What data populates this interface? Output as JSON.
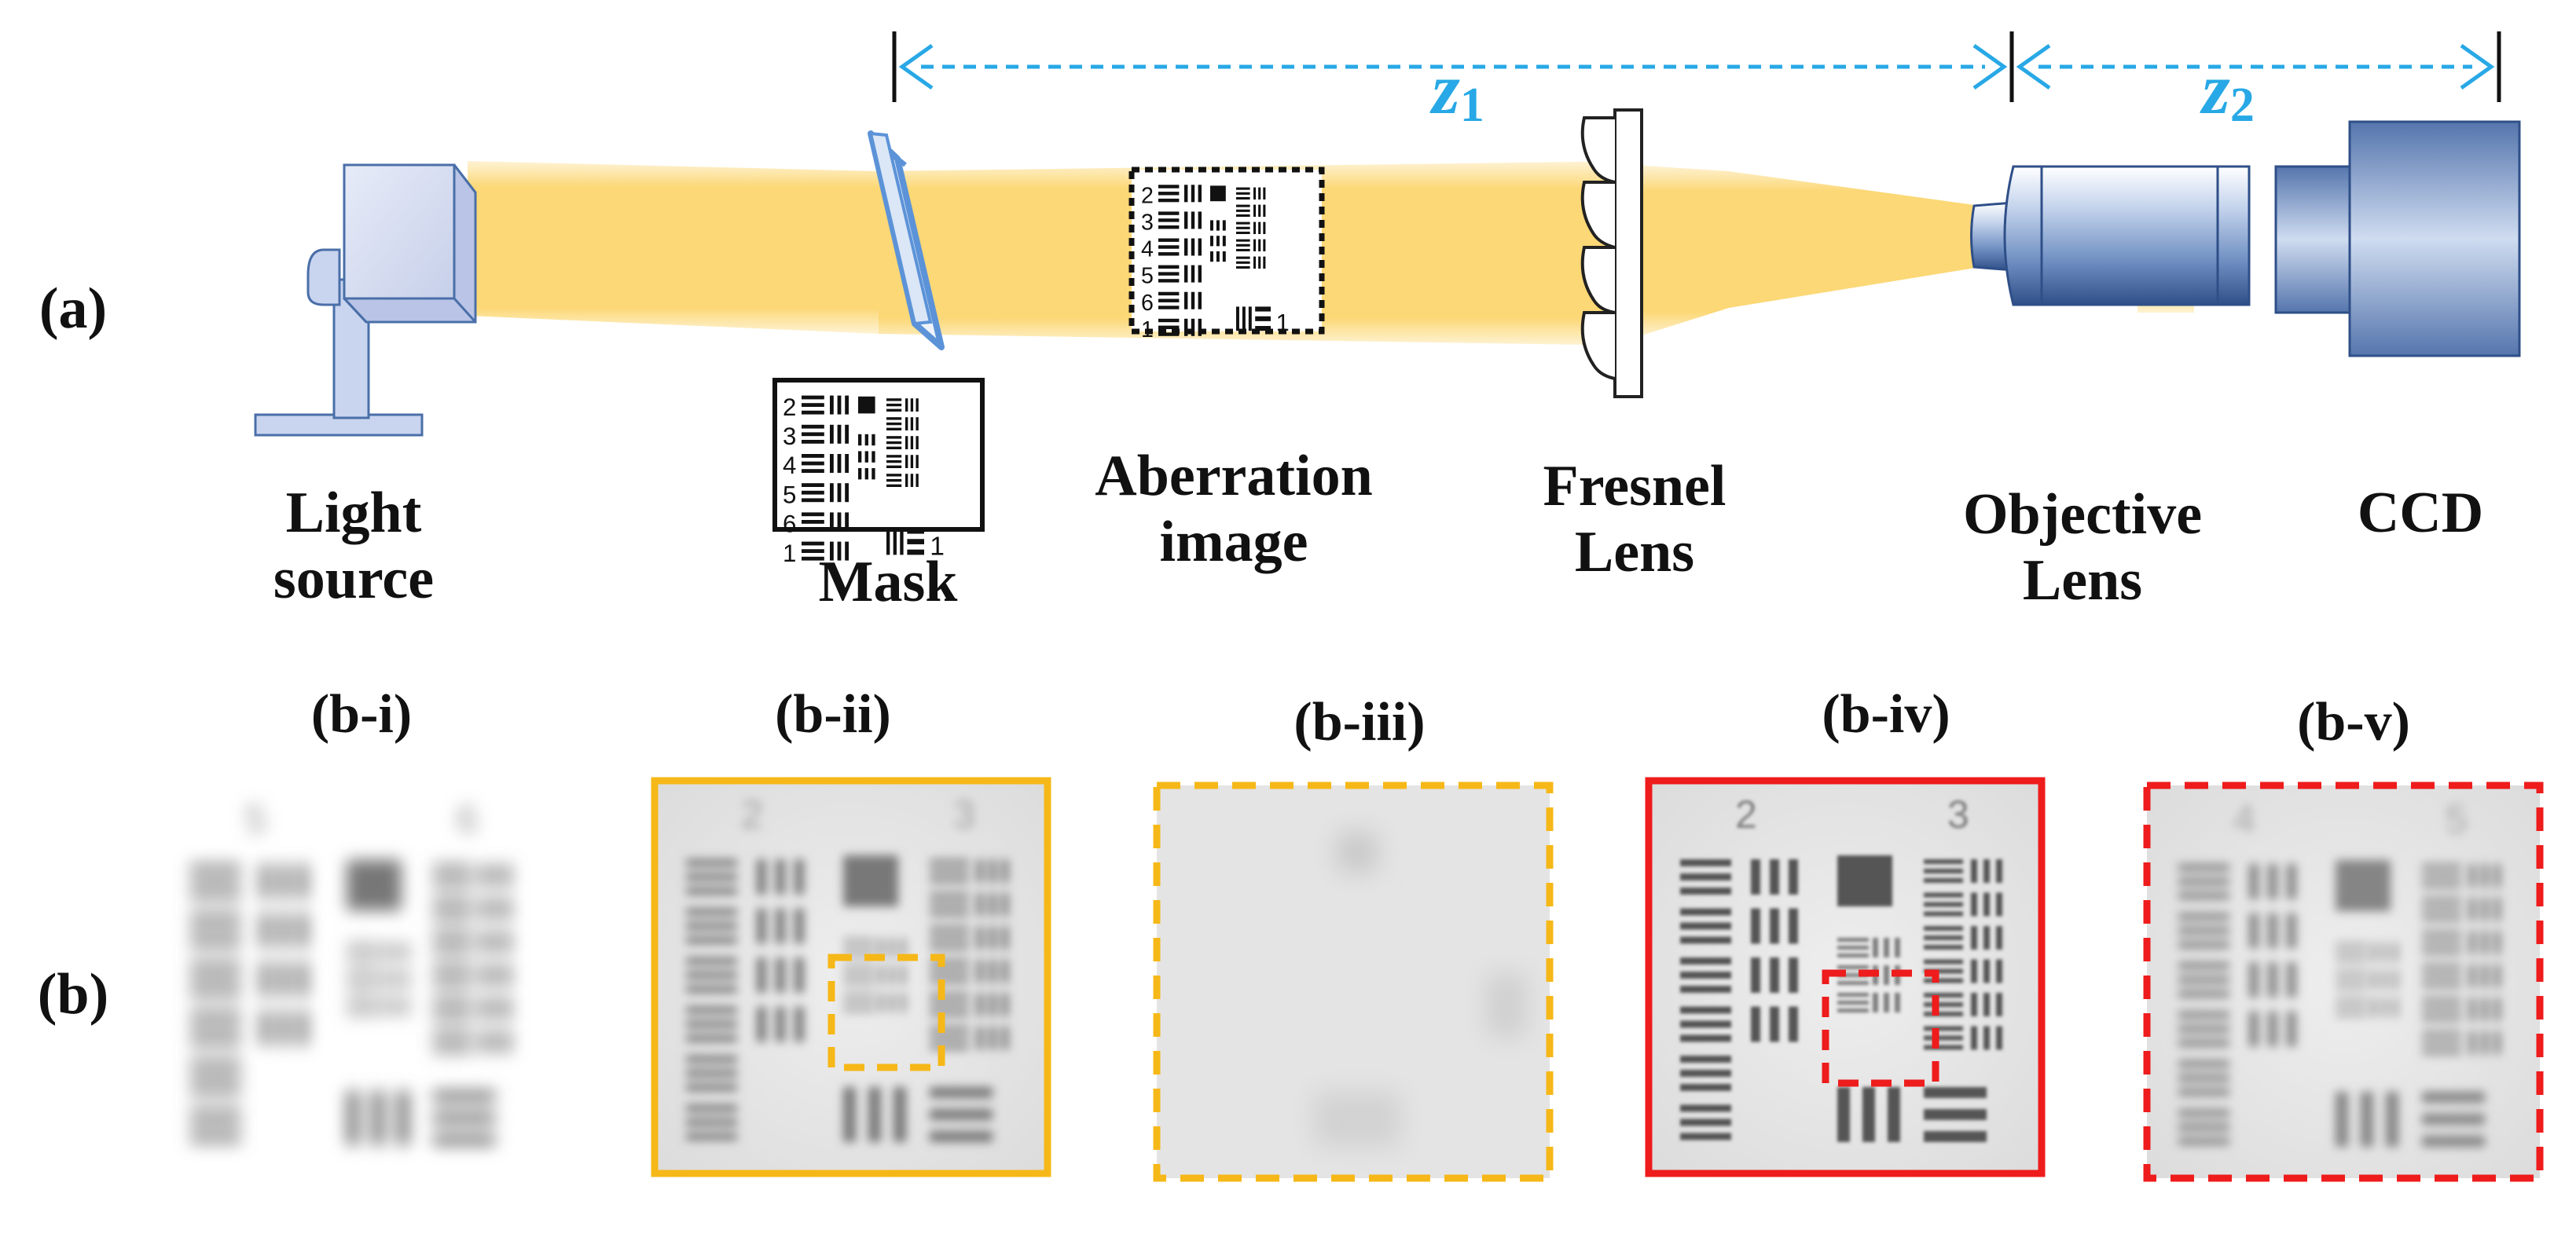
{
  "figure_label_a": "(a)",
  "figure_label_b": "(b)",
  "labels": {
    "light_source": [
      "Light",
      "source"
    ],
    "mask": "Mask",
    "aberration": [
      "Aberration",
      "image"
    ],
    "fresnel": [
      "Fresnel",
      "Lens"
    ],
    "objective": [
      "Objective",
      "Lens"
    ],
    "ccd": "CCD"
  },
  "distances": {
    "z1": {
      "symbol": "z",
      "subscript": "1"
    },
    "z2": {
      "symbol": "z",
      "subscript": "2"
    }
  },
  "target_digits": [
    "2",
    "3",
    "4",
    "5",
    "6",
    "1"
  ],
  "panels": [
    {
      "label": "(b-i)",
      "border": "none",
      "digits": [
        "5",
        "6"
      ]
    },
    {
      "label": "(b-ii)",
      "border": "solid",
      "color": "#f6b818",
      "digits": [
        "2",
        "3"
      ]
    },
    {
      "label": "(b-iii)",
      "border": "dashed",
      "color": "#f6b818",
      "digits": []
    },
    {
      "label": "(b-iv)",
      "border": "solid",
      "color": "#ee1c1c",
      "digits": [
        "2",
        "3"
      ]
    },
    {
      "label": "(b-v)",
      "border": "dashed",
      "color": "#ee1c1c",
      "digits": [
        "4",
        "5"
      ]
    }
  ],
  "colors": {
    "beam": "#fcd570",
    "arrow": "#28a8e6",
    "yellow_box": "#f6b818",
    "red_box": "#ee1c1c",
    "device_blue": "#4a6fa8"
  }
}
